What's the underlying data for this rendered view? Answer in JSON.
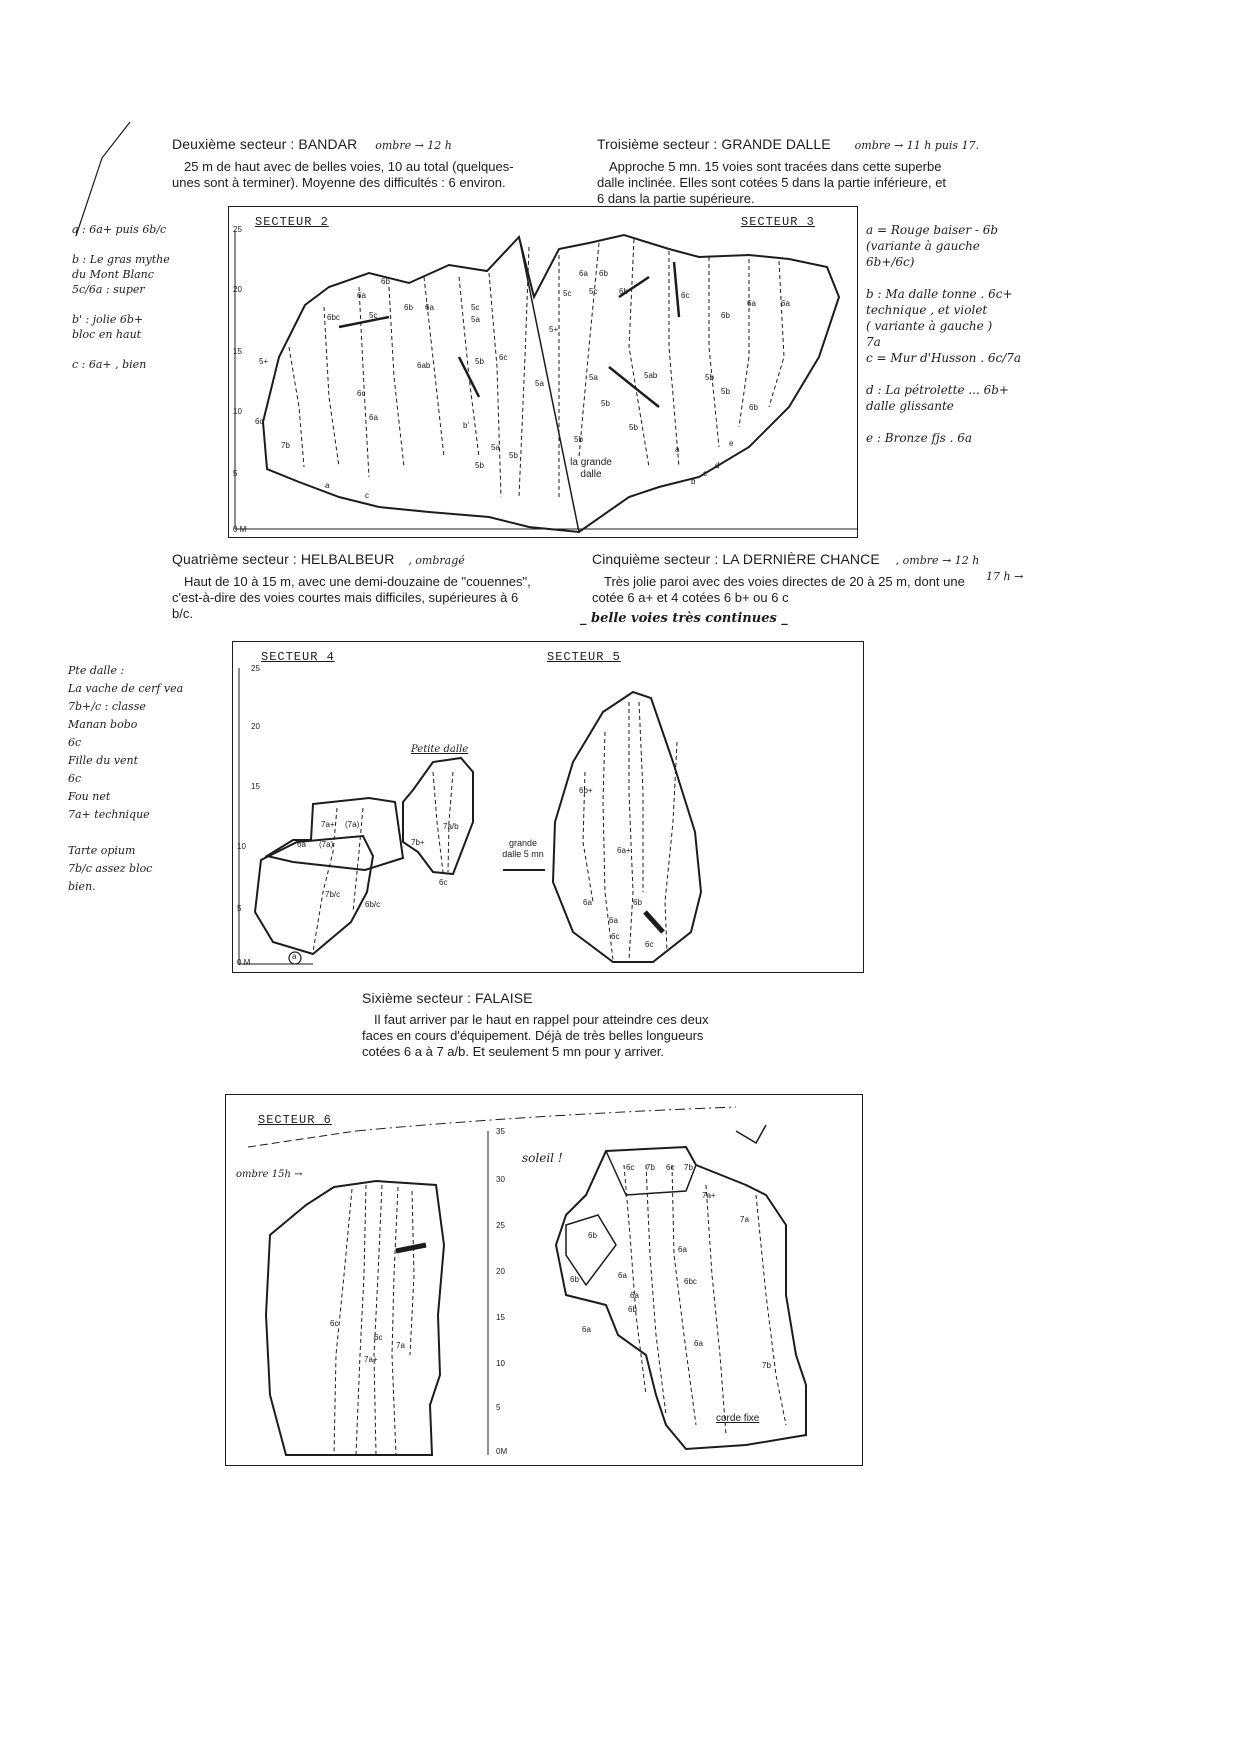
{
  "sector2": {
    "title": "Deuxième secteur : BANDAR",
    "hand_note": "ombre → 12 h",
    "text": "25 m de haut avec de belles voies, 10 au total (quelques-unes sont à terminer). Moyenne des difficultés : 6 environ."
  },
  "sector3": {
    "title": "Troisième secteur : GRANDE DALLE",
    "hand_note": "ombre → 11 h puis 17.",
    "text": "Approche 5 mn. 15 voies sont tracées dans cette superbe dalle inclinée. Elles sont cotées 5 dans la partie inférieure, et 6 dans la partie supérieure."
  },
  "sector4": {
    "title": "Quatrième secteur : HELBALBEUR",
    "hand_note": ", ombragé",
    "text": "Haut de 10 à 15 m, avec une demi-douzaine de \"couennes\", c'est-à-dire des voies courtes mais difficiles, supérieures à 6 b/c."
  },
  "sector5": {
    "title": "Cinquième secteur : LA DERNIÈRE CHANCE",
    "hand_note": ", ombre → 12 h",
    "hand_note2": "17 h →",
    "text": "Très jolie paroi avec des voies directes de 20 à 25 m, dont une cotée 6 a+ et 4 cotées 6 b+ ou 6 c",
    "hand_line": "_ belle voies très continues _"
  },
  "sector6": {
    "title": "Sixième secteur : FALAISE",
    "text": "Il faut arriver par le haut en rappel pour atteindre ces deux faces en cours d'équipement. Déjà de très belles longueurs cotées 6 a à 7 a/b. Et seulement 5 mn pour y arriver."
  },
  "notes_left_1": "a : 6a+ puis 6b/c\n\nb : Le gras mythe\ndu Mont Blanc\n5c/6a : super\n\nb' : jolie 6b+\nbloc en haut\n\nc : 6a+ , bien",
  "notes_right_1": "a = Rouge baiser - 6b\n(variante à gauche\n6b+/6c)\n\nb : Ma dalle tonne . 6c+\ntechnique , et violet\n( variante à gauche )\n7a\nc = Mur d'Husson . 6c/7a\n\nd : La pétrolette ... 6b+\ndalle glissante\n\ne : Bronze fjs . 6a",
  "notes_left_2": "Pte dalle :\nLa vache de cerf vea\n7b+/c : classe\nManan bobo\n6c\nFille du vent\n6c\nFou net\n7a+ technique\n\nTarte opium\n7b/c assez bloc\nbien.",
  "topo1": {
    "label_left": "SECTEUR 2",
    "label_right": "SECTEUR 3",
    "scale": [
      "25",
      "20",
      "15",
      "10",
      "5",
      "0 M"
    ],
    "dalle_label": "la grande dalle",
    "grades": [
      "6a",
      "6b",
      "6b",
      "6bc",
      "5c",
      "5c",
      "5a",
      "6c",
      "5b",
      "6a",
      "6ab",
      "6c",
      "6a",
      "5+",
      "6c",
      "7b",
      "5c",
      "6a",
      "5+",
      "5a",
      "5b",
      "6b",
      "5c",
      "6b",
      "6c",
      "6a",
      "6a",
      "6b",
      "5b",
      "5a",
      "5b",
      "5ab",
      "5b",
      "5b",
      "5b",
      "6b",
      "5a",
      "5b",
      "a",
      "c",
      "b'",
      "a",
      "b",
      "c",
      "d",
      "e"
    ]
  },
  "topo2": {
    "label_left": "SECTEUR 4",
    "label_right": "SECTEUR 5",
    "petite_dalle": "Petite dalle",
    "scale": [
      "25",
      "20",
      "15",
      "10",
      "5",
      "0 M"
    ],
    "grande_dalle": "grande dalle 5 mn",
    "grades": [
      "7a+",
      "(7a)",
      "6a",
      "(7a)",
      "7a/b",
      "7b+",
      "6c",
      "7b/c",
      "6b/c",
      "6b+",
      "6a+",
      "6a",
      "6b",
      "6a",
      "6c",
      "6c"
    ],
    "marker": "a"
  },
  "topo3": {
    "label": "SECTEUR 6",
    "ombre": "ombre 15h →",
    "soleil": "soleil !",
    "scale": [
      "35",
      "30",
      "25",
      "20",
      "15",
      "10",
      "5",
      "0M"
    ],
    "corde": "corde fixe",
    "grades": [
      "6c",
      "7a+",
      "6c",
      "7a",
      "6c",
      "7b",
      "6c",
      "7b",
      "7a+",
      "6b",
      "6b",
      "6a",
      "6a",
      "6a",
      "6bc",
      "6a",
      "7a",
      "7b",
      "6b",
      "6a"
    ]
  }
}
